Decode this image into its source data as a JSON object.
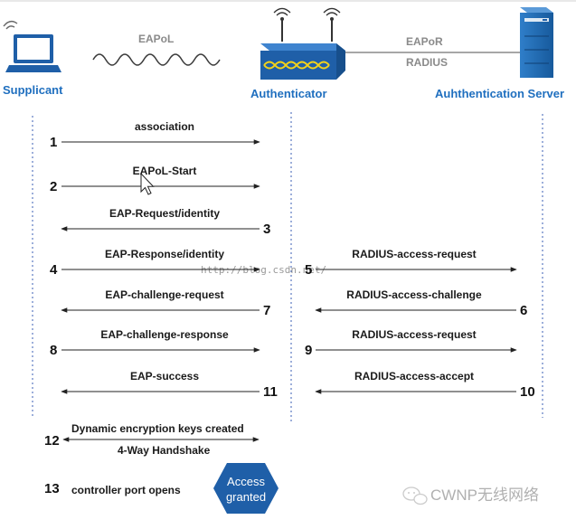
{
  "entities": {
    "supplicant": "Supplicant",
    "authenticator": "Authenticator",
    "server": "Auhthentication Server"
  },
  "links": {
    "eapol": "EAPoL",
    "eapor": "EAPoR",
    "radius": "RADIUS"
  },
  "steps": [
    {
      "n": "1",
      "label": "association",
      "seg": "left",
      "dir": "right"
    },
    {
      "n": "2",
      "label": "EAPoL-Start",
      "seg": "left",
      "dir": "right"
    },
    {
      "n": "3",
      "label": "EAP-Request/identity",
      "seg": "left",
      "dir": "left"
    },
    {
      "n": "4",
      "label": "EAP-Response/identity",
      "seg": "left",
      "dir": "right"
    },
    {
      "n": "5",
      "label": "RADIUS-access-request",
      "seg": "right",
      "dir": "right"
    },
    {
      "n": "6",
      "label": "RADIUS-access-challenge",
      "seg": "right",
      "dir": "left"
    },
    {
      "n": "7",
      "label": "EAP-challenge-request",
      "seg": "left",
      "dir": "left"
    },
    {
      "n": "8",
      "label": "EAP-challenge-response",
      "seg": "left",
      "dir": "right"
    },
    {
      "n": "9",
      "label": "RADIUS-access-request",
      "seg": "right",
      "dir": "right"
    },
    {
      "n": "10",
      "label": "RADIUS-access-accept",
      "seg": "right",
      "dir": "left"
    },
    {
      "n": "11",
      "label": "EAP-success",
      "seg": "left",
      "dir": "left"
    }
  ],
  "handshake": {
    "n": "12",
    "label_top": "Dynamic encryption keys created",
    "label_bottom": "4-Way Handshake"
  },
  "final": {
    "n": "13",
    "label": "controller port opens",
    "badge_line1": "Access",
    "badge_line2": "granted",
    "badge_color": "#1f5fa8"
  },
  "watermark": "http://blog.csdn.net/",
  "brand": "CWNP无线网络"
}
